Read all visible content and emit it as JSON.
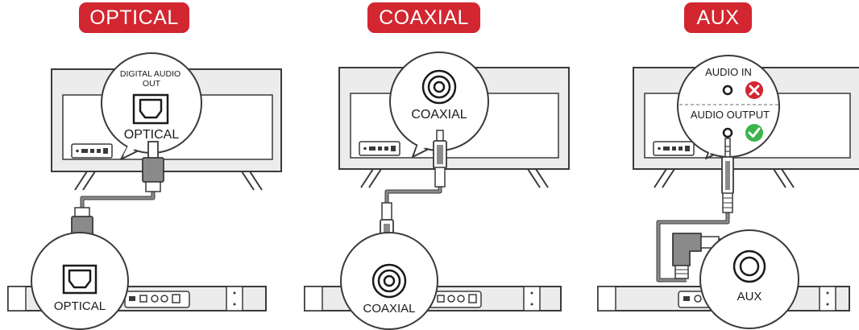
{
  "colors": {
    "accent": "#d22630",
    "line": "#3a3a3a",
    "device_fill": "#ececec",
    "cable_gray": "#8a8a8a",
    "ok_green": "#3cb44b"
  },
  "panels": [
    {
      "key": "optical",
      "title": "OPTICAL",
      "tv_port_label": "DIGITAL AUDIO OUT",
      "tv_port_label_lines": [
        "DIGITAL AUDIO",
        "OUT"
      ],
      "tv_bubble_label": "OPTICAL",
      "bar_bubble_label": "OPTICAL"
    },
    {
      "key": "coaxial",
      "title": "COAXIAL",
      "tv_bubble_label": "COAXIAL",
      "bar_bubble_label": "COAXIAL"
    },
    {
      "key": "aux",
      "title": "AUX",
      "audio_in_label": "AUDIO IN",
      "audio_out_label": "AUDIO OUTPUT",
      "bar_bubble_label": "AUX",
      "wrong_icon": "x-circle-icon",
      "correct_icon": "check-circle-icon"
    }
  ]
}
